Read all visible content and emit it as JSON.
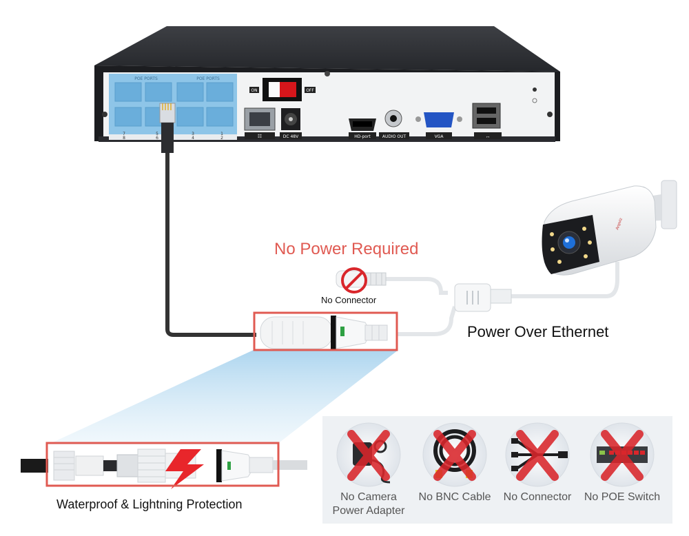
{
  "nvr": {
    "poe_ports_label_left": "POE PORTS",
    "poe_ports_label_right": "POE PORTS",
    "port_numbers": [
      "8",
      "7",
      "6",
      "5",
      "4",
      "3",
      "2",
      "1"
    ],
    "switch_on": "ON",
    "switch_off": "OFF",
    "dc_label": "DC 48V",
    "hdmi_label": "HD-port",
    "audio_label": "AUDIO OUT",
    "vga_label": "VGA"
  },
  "headline": "No Power Required",
  "no_connector_label": "No Connector",
  "poe_label": "Power Over Ethernet",
  "waterproof_label": "Waterproof & Lightning Protection",
  "camera_brand": "Anpviz",
  "not_needed": [
    {
      "caption": "No Camera Power Adapter",
      "icon": "power-adapter-icon"
    },
    {
      "caption": "No BNC Cable",
      "icon": "bnc-cable-icon"
    },
    {
      "caption": "No Connector",
      "icon": "splitter-connector-icon"
    },
    {
      "caption": "No POE Switch",
      "icon": "poe-switch-icon"
    }
  ],
  "colors": {
    "accent_red": "#e05a52",
    "highlight_box": "#e05a52",
    "cross_red": "#d9262b",
    "port_blue": "#8ec5e8",
    "panel_bg": "#eef1f4"
  }
}
